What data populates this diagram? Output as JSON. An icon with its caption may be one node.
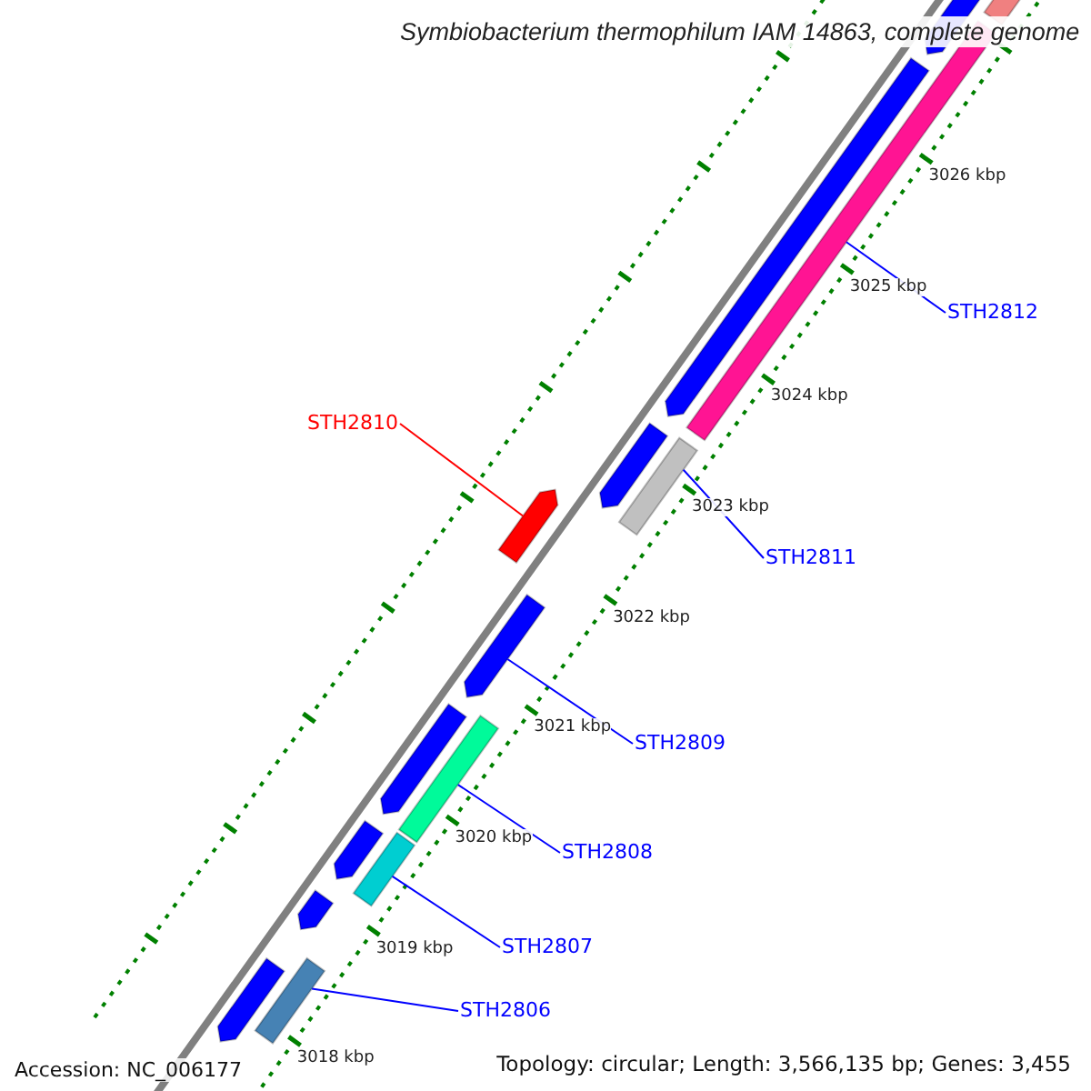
{
  "diagram": {
    "title": "Symbiobacterium thermophilum IAM 14863, complete genome",
    "nodes": [
      {
        "text": [
          "STH2812"
        ]
      },
      {
        "text": [],
        "shape": "bar"
      },
      {
        "text": [
          "STH2810"
        ]
      },
      {
        "text": [],
        "shape": "bar"
      },
      {
        "text": [
          "STH2811"
        ]
      },
      {
        "text": [],
        "shape": "bar"
      },
      {
        "text": [
          "STH2809"
        ]
      },
      {
        "text": [],
        "shape": "bar"
      },
      {
        "text": [
          "STH2808"
        ]
      },
      {
        "text": [],
        "shape": "bar"
      },
      {
        "text": [
          "STH2807"
        ]
      },
      {
        "text": [],
        "shape": "bar"
      },
      {
        "text": [
          "STH2806"
        ]
      },
      {
        "text": [],
        "shape": "bar"
      }
    ],
    "edges": [
      {
        "from": 0,
        "to": 1,
        "arrow": "none"
      },
      {
        "from": 2,
        "to": 3,
        "arrow": "none",
        "color": "#ff0000"
      },
      {
        "from": 4,
        "to": 5,
        "arrow": "none"
      },
      {
        "from": 6,
        "to": 7,
        "arrow": "none"
      },
      {
        "from": 8,
        "to": 9,
        "arrow": "none"
      },
      {
        "from": 10,
        "to": 11,
        "arrow": "none"
      },
      {
        "from": 12,
        "to": 13,
        "arrow": "none"
      }
    ],
    "labels": [
      "3026 kbp",
      "3025 kbp",
      "3024 kbp",
      "3023 kbp",
      "3022 kbp",
      "3021 kbp",
      "3020 kbp",
      "3019 kbp",
      "3018 kbp",
      "Accession: NC_006177",
      "Topology: circular; Length: 3,566,135 bp; Genes: 3,455"
    ]
  }
}
